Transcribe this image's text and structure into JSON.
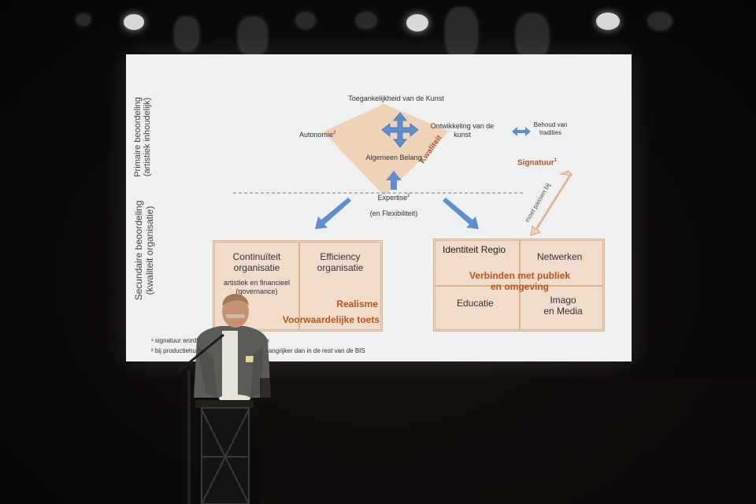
{
  "slide": {
    "primary_label": "Primaire beoordeling (artistiek inhoudelijk)",
    "secondary_label": "Secundaire beoordeling (kwaliteit organisatie)",
    "top_label": "Toegankelijkheid van de Kunst",
    "left_label": "Autonomie",
    "left_sup": "2",
    "right_label": "Ontwikkeling van de kunst",
    "center_label": "Algemeen Belang",
    "bottom_label": "Expertise",
    "bottom_sup": "2",
    "bottom_sub": "(en Flexibiliteit)",
    "kwaliteit_label": "Kwaliteit",
    "behoud_label": "Behoud van tradities",
    "signatuur_label": "Signatuur",
    "signatuur_sup": "1",
    "moet_passen_label": "moet passen bij",
    "left_box": {
      "cell1_title": "Continuïteit organisatie",
      "cell1_sub": "artistiek en financieel (governance)",
      "cell2_title": "Efficiency organisatie",
      "overlay1": "Realisme",
      "overlay2": "Voorwaardelijke toets"
    },
    "right_box": {
      "cell1": "Identiteit Regio",
      "cell2": "Netwerken",
      "cell3": "Educatie",
      "cell4": "Imago en Media",
      "overlay": "Verbinden met publiek en omgeving"
    },
    "footnote1": "¹ signatuur wordt zelf (autonoom) gekozen",
    "footnote2": "² bij productiehuizen is autonomie veel belangrijker dan in de rest van de BIS"
  }
}
